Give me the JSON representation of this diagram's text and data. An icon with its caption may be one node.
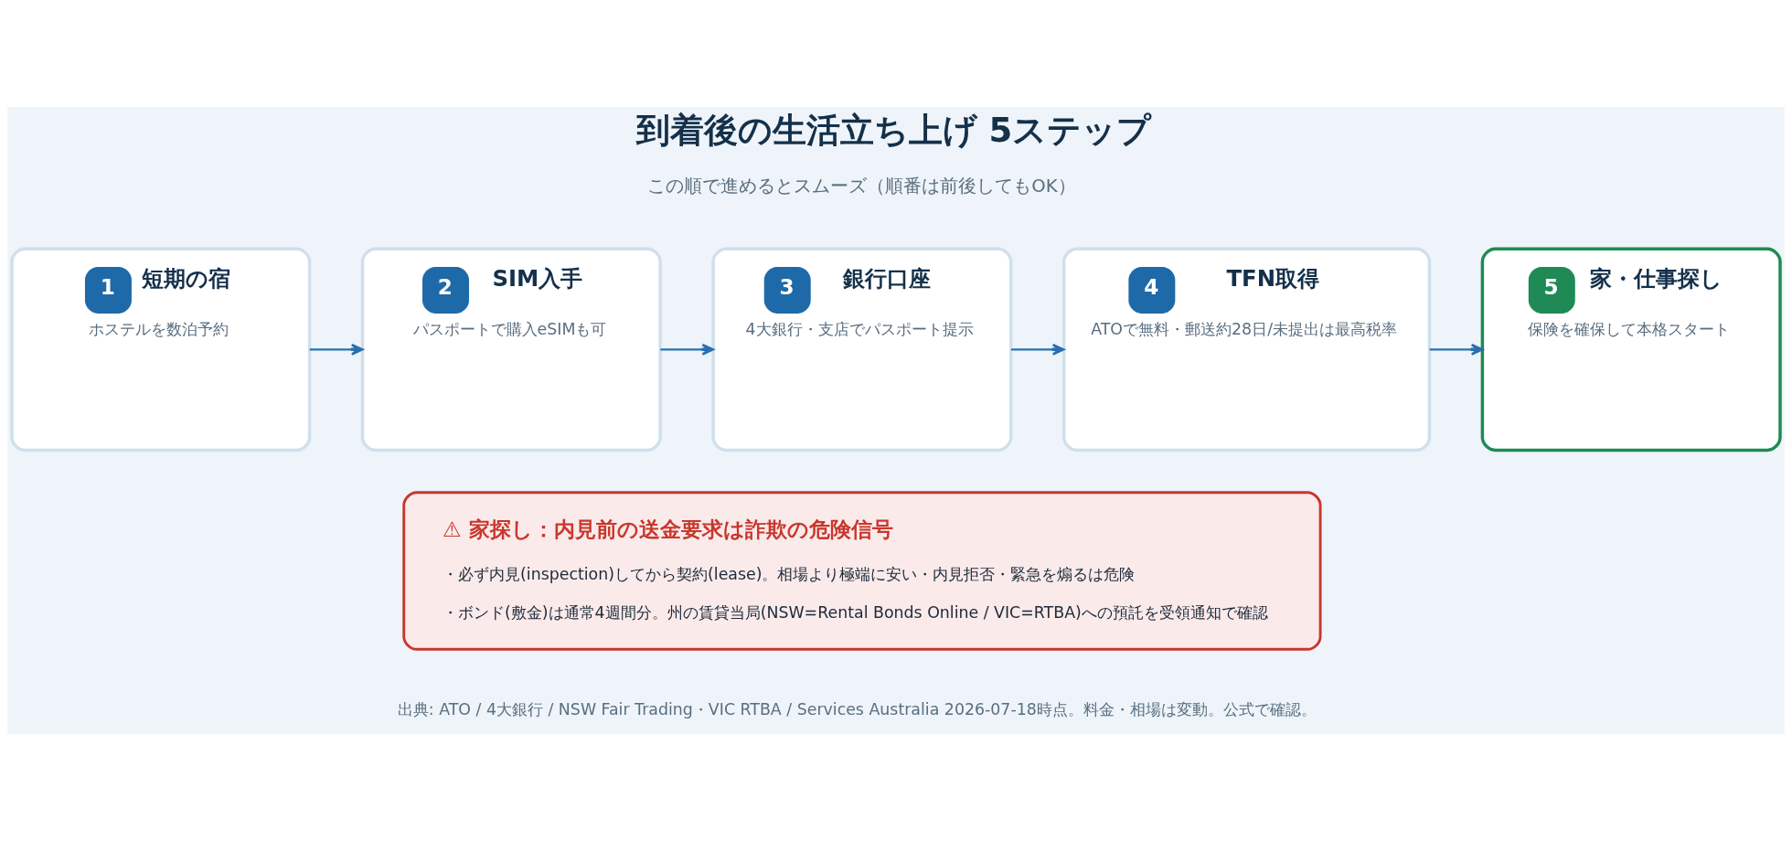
{
  "diagram": {
    "title": "到着後の生活立ち上げ 5ステップ",
    "caption": "出典: ATO / 4大銀行 / NSW Fair Trading・VIC RTBA / Services Australia 2026-07-18時点。料金・相場は変動。公式で確認。",
    "nodes": [
      {
        "text": [
          "1",
          "短期の宿",
          "ホステルを数泊予約"
        ]
      },
      {
        "text": [
          "2",
          "SIM入手",
          "パスポートで購入eSIMも可"
        ]
      },
      {
        "text": [
          "3",
          "銀行口座",
          "4大銀行・支店でパスポート提示"
        ]
      },
      {
        "text": [
          "4",
          "TFN取得",
          "ATOで無料・郵送約28日/未提出は最高税率"
        ]
      },
      {
        "text": [
          "5",
          "家・仕事探し",
          "保険を確保して本格スタート"
        ]
      },
      {
        "text": [
          "⚠ 家探し：内見前の送金要求は詐欺の危険信号",
          "・必ず内見(inspection)してから契約(lease)。相場より極端に安い・内見拒否・緊急を煽るは危険",
          "・ボンド(敷金)は通常4週間分。州の賃貸当局(NSW=Rental Bonds Online / VIC=RTBA)への預託を受領通知で確認"
        ]
      }
    ],
    "edges": [
      {
        "from": 0,
        "to": 1,
        "arrow": "to"
      },
      {
        "from": 1,
        "to": 2,
        "arrow": "to"
      },
      {
        "from": 2,
        "to": 3,
        "arrow": "to"
      },
      {
        "from": 3,
        "to": 4,
        "arrow": "to"
      }
    ],
    "labels": [
      "この順で進めるとスムーズ（順番は前後してもOK）"
    ]
  }
}
